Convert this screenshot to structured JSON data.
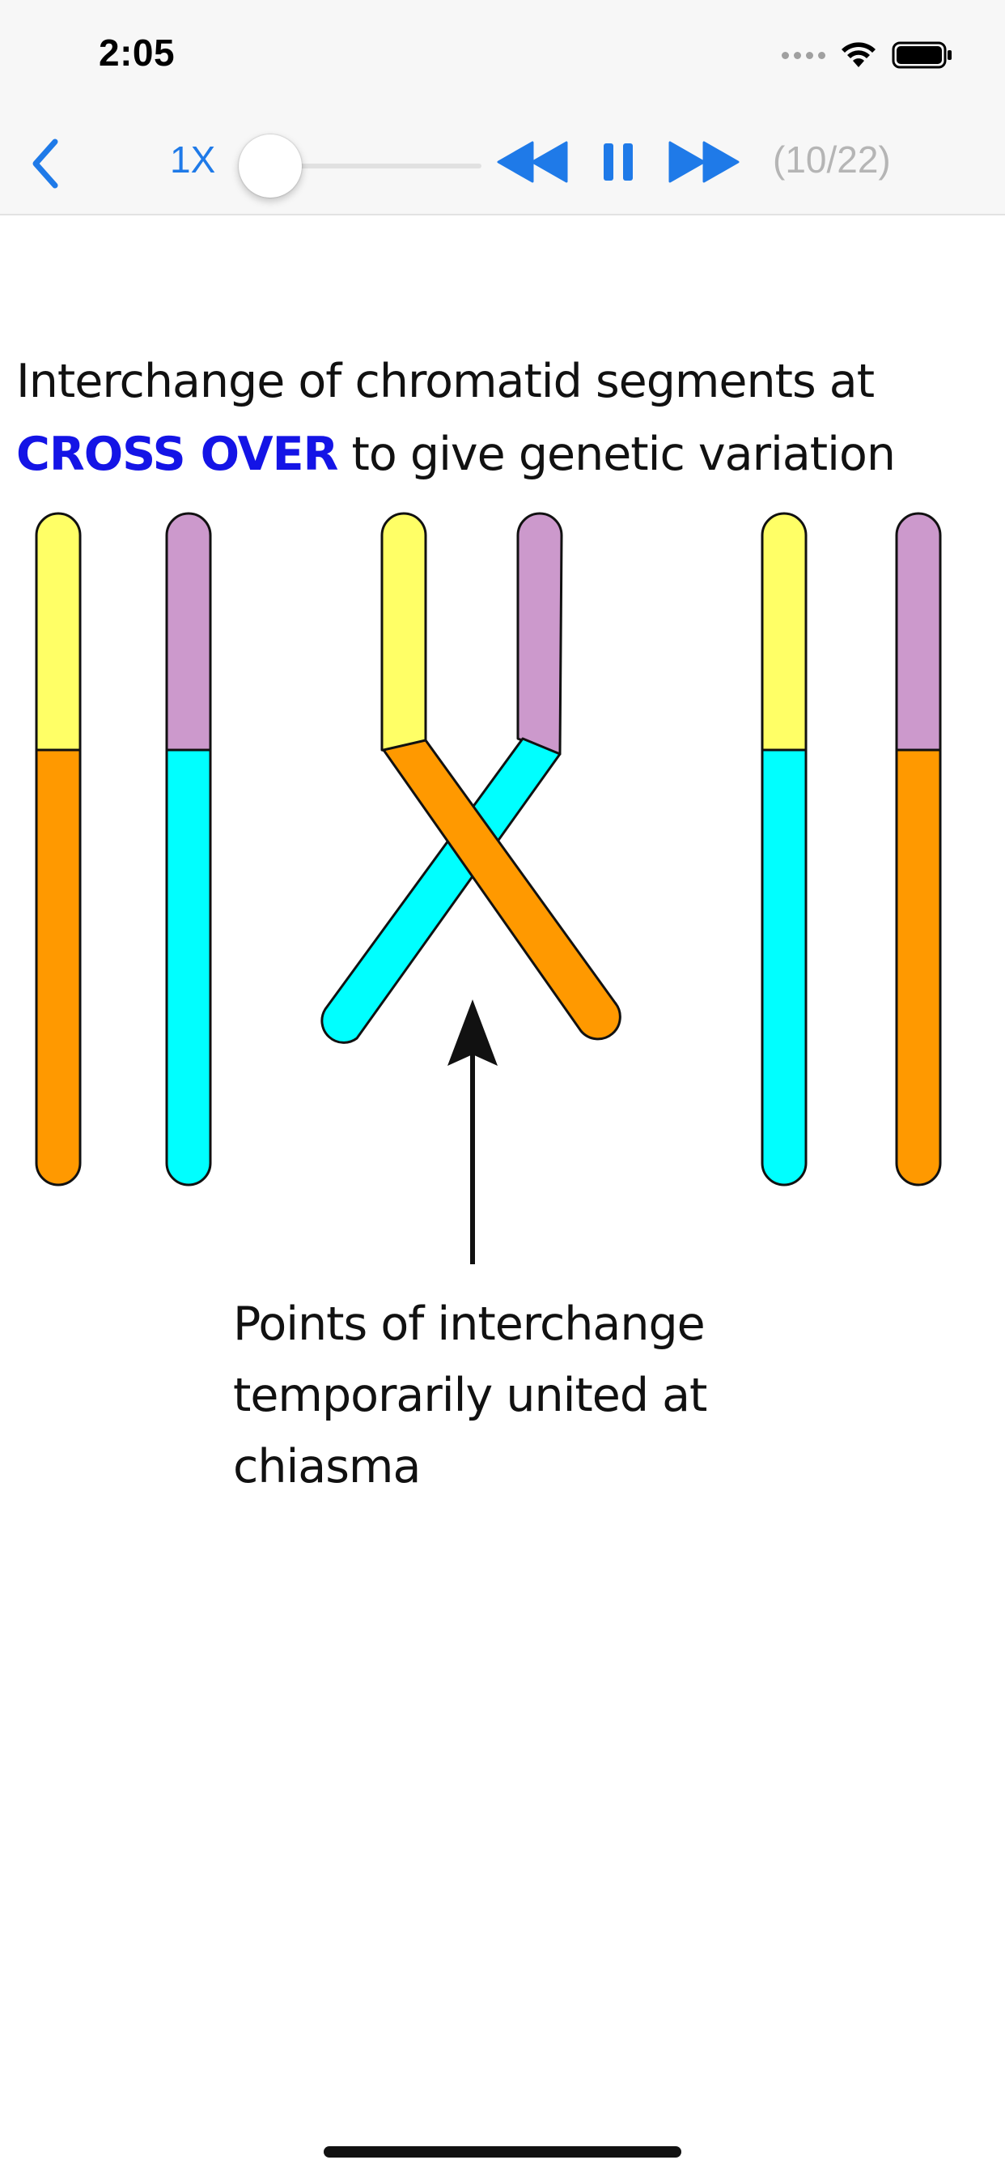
{
  "status_bar": {
    "time": "2:05"
  },
  "toolbar": {
    "speed_label": "1X",
    "playback_progress_fraction": 0.1,
    "page_counter": "(10/22)",
    "accent_color": "#1f7ae8",
    "icons": {
      "back": "chevron-left-icon",
      "rewind": "rewind-icon",
      "pause": "pause-icon",
      "forward": "fast-forward-icon"
    }
  },
  "slide": {
    "title_line1": "Interchange of chromatid segments at",
    "title_highlight": "CROSS OVER",
    "title_line2_rest": " to give genetic variation",
    "caption_line1": "Points of interchange",
    "caption_line2": "temporarily united at",
    "caption_line3": "chiasma",
    "colors": {
      "yellow": "#ffff66",
      "orange": "#ff9900",
      "purple": "#cc99cc",
      "cyan": "#00ffff",
      "highlight_text": "#1414e6"
    }
  }
}
